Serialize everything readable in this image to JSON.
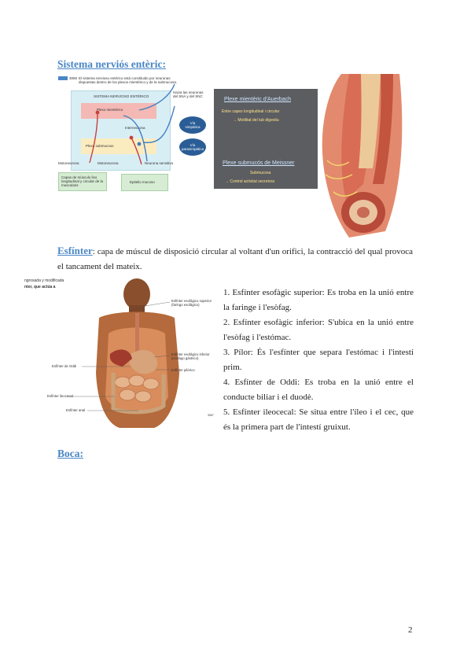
{
  "section1": {
    "title": "Sistema nerviós entèric:"
  },
  "figure_enteric": {
    "caption_num": "3069",
    "caption": "El sistema nervioso entérico está constituido por neuronas dispuestas dentro de los plexos mientérico y de la submucosa.",
    "main_box_title": "SISTEMA NERVIOSO ENTÉRICO",
    "side_label": "Hacia las neuronas del SNA y del SNC",
    "plexo_mienterico": "Plexo mientérico",
    "interneurona": "Interneurona",
    "plexo_submucoso": "Plexo submucoso",
    "motoneurona_1": "Motoneurona",
    "motoneurona_2": "Motoneurona",
    "neurona_sensitiva": "Neurona sensitiva",
    "capas_musculo": "Capas de músculo liso longitudinal y circular de la muscularis",
    "epitelio": "Epitelio mucoso",
    "via_simpatica": "Vía simpática",
    "via_parasimpatica": "Vía parasimpática"
  },
  "plexes": {
    "auerbach_title": "Plexe mientèric d'Auerbach",
    "auerbach_line1": "Entre capes longitudinal i circular",
    "auerbach_line2": "→ Motilitat del tub digestiu",
    "meissner_title": "Plexe submucós de Meissner",
    "meissner_line1": "Submucosa",
    "meissner_line2": "→ Control activitat secretora"
  },
  "esfinter": {
    "term": "Esfínter",
    "definition": ": capa de múscul de disposició circular al voltant d'un orifici, la contracció del qual provoca el tancament del mateix."
  },
  "figure_esfinter": {
    "top_text_1": "ngrosada y modificada",
    "top_text_2": "nter, que actúa a",
    "label_superior": "Esfínter esofágico superior (faringo esofágico)",
    "label_inferior": "Esfínter esofágico inferior (esófago gástrico)",
    "label_pilorico": "Esfínter pilórico",
    "label_oddi": "Esfínter de Oddi",
    "label_ileocecal": "Esfínter ileocecal",
    "label_anal": "Esfínter anal",
    "figure_code": "3067"
  },
  "list": [
    "1. Esfínter esofàgic superior: Es troba en la unió entre la faringe i l'esòfag.",
    "2. Esfínter esofàgic inferior: S'ubica en la unió entre l'esòfag i l'estómac.",
    "3. Pílor: És l'esfínter que separa l'estómac i l'intestí prim.",
    "4. Esfínter de Oddi: Es troba en la unió entre el conducte biliar i el duodè.",
    "5. Esfínter ileocecal: Se situa entre l'íleo i el cec, que és la primera part de l'intestí gruixut."
  ],
  "section2": {
    "title": "Boca:"
  },
  "page_number": "2",
  "colors": {
    "heading": "#4a86c5",
    "panel": "#5b5d61",
    "panel_title": "#cfe6ff",
    "panel_text": "#ffe08a"
  }
}
